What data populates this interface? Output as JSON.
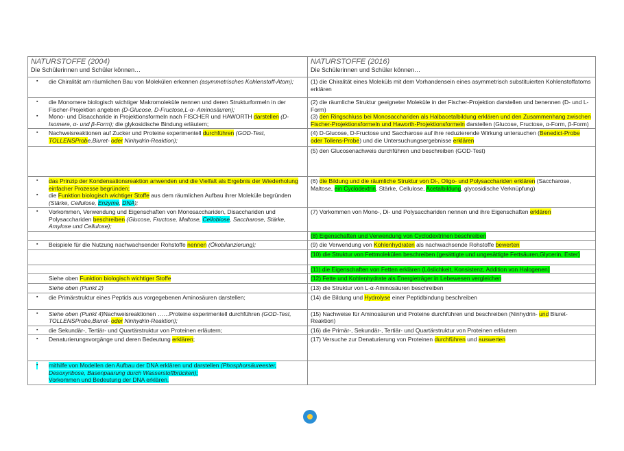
{
  "header": {
    "left_title": "NATURSTOFFE (2004)",
    "left_sub": "Die Schülerinnen und Schüler können…",
    "right_title": "NATURSTOFFE (2016)",
    "right_sub": "Die Schülerinnen und Schüler können…"
  },
  "rows": [
    {
      "left": [
        {
          "bullet": true,
          "parts": [
            {
              "t": "die Chiralität am räumlichen Bau von Molekülen erkennen "
            },
            {
              "t": "(asymmetrisches Kohlenstoff-Atom);",
              "i": true
            }
          ]
        }
      ],
      "right": [
        {
          "parts": [
            {
              "t": "(1) die Chiralität eines Moleküls mit dem Vorhandensein eines asymmetrisch substituierten Kohlenstoffatoms erklären"
            }
          ]
        }
      ]
    },
    {
      "left": [
        {
          "bullet": true,
          "parts": [
            {
              "t": "die Monomere biologisch wichtiger Makromoleküle nennen und deren Strukturformeln in der Fischer-Projektion angeben "
            },
            {
              "t": "(D-Glucose, D-Fructose,L-α- Aminosäuren);",
              "i": true
            }
          ]
        },
        {
          "bullet": true,
          "parts": [
            {
              "t": "Mono- und Disaccharide in Projektionsformeln nach FISCHER und HAWORTH "
            },
            {
              "t": "darstellen",
              "h": "y"
            },
            {
              "t": " (D-Isomere, α- und β-Form);",
              "i": true
            },
            {
              "t": " die glykosidische Bindung erläutern;"
            }
          ]
        }
      ],
      "right": [
        {
          "parts": [
            {
              "t": "(2) die räumliche Struktur geeigneter Moleküle in der Fischer-Projektion darstellen und benennen (D- und L-Form)"
            }
          ]
        },
        {
          "parts": [
            {
              "t": "(3) "
            },
            {
              "t": "den Ringschluss bei Monosacchariden als Halbacetalbildung erklären und den Zusammenhang zwischen Fischer-Projektionsformeln und Haworth-Projektionsformeln",
              "h": "y"
            },
            {
              "t": " darstellen (Glucose, Fructose, α-Form, β-Form)"
            }
          ]
        }
      ]
    },
    {
      "left": [
        {
          "bullet": true,
          "parts": [
            {
              "t": "Nachweisreaktionen auf Zucker und Proteine experimentell "
            },
            {
              "t": "durchführen",
              "h": "y"
            },
            {
              "t": " (GOD-Test, ",
              "i": true
            },
            {
              "t": "TOLLENSProb",
              "i": true,
              "h": "y"
            },
            {
              "t": "e,Biuret- ",
              "i": true
            },
            {
              "t": "oder",
              "i": true,
              "h": "y"
            },
            {
              "t": " Ninhydrin-Reaktion);",
              "i": true
            }
          ]
        }
      ],
      "right": [
        {
          "parts": [
            {
              "t": "(4) D-Glucose, D-Fructose und Saccharose auf ihre reduzierende Wirkung untersuchen ("
            },
            {
              "t": "Benedict-Probe oder Tollens-Probe",
              "h": "y"
            },
            {
              "t": ") und die Untersuchungsergebnisse "
            },
            {
              "t": "erklären",
              "h": "y"
            }
          ]
        }
      ]
    },
    {
      "left": [],
      "right": [
        {
          "parts": [
            {
              "t": "(5) den Glucosenachweis durchführen und beschreiben (GOD-Test)"
            }
          ]
        }
      ]
    },
    {
      "left": [
        {
          "bullet": true,
          "parts": [
            {
              "t": "das Prinzip der Kondensationsreaktion anwenden und die Vielfalt als Ergebnis der Wiederholung einfacher Prozesse begründen;",
              "h": "y"
            }
          ]
        },
        {
          "bullet": true,
          "parts": [
            {
              "t": "die "
            },
            {
              "t": "Funktion biologisch wichtiger Stoffe",
              "h": "y"
            },
            {
              "t": " aus dem räumlichen Aufbau ihrer Moleküle begründen "
            },
            {
              "t": "(Stärke, Cellulose, ",
              "i": true
            },
            {
              "t": "Enzyme",
              "i": true,
              "h": "c"
            },
            {
              "t": ", ",
              "i": true
            },
            {
              "t": "DNA",
              "i": true,
              "h": "c"
            },
            {
              "t": ");",
              "i": true
            }
          ]
        }
      ],
      "right": [
        {
          "parts": [
            {
              "t": "(6) "
            },
            {
              "t": "die Bildung und die räumliche Struktur von Di-, Oligo- und Polysacchariden erklären",
              "h": "y"
            },
            {
              "t": " (Saccharose, Maltose, "
            },
            {
              "t": "ein Cyclodextrin",
              "h": "g"
            },
            {
              "t": ", Stärke, Cellulose, "
            },
            {
              "t": "Acetalbildung",
              "h": "g"
            },
            {
              "t": ", glycosidische Verknüpfung)"
            }
          ]
        }
      ]
    },
    {
      "left": [
        {
          "bullet": true,
          "parts": [
            {
              "t": "Vorkommen, Verwendung und Eigenschaften von Monosacchariden, Disacchariden und Polysacchariden "
            },
            {
              "t": "beschreiben",
              "h": "y"
            },
            {
              "t": " (Glucose, Fructose, Maltose, ",
              "i": true
            },
            {
              "t": "Cellobiose",
              "i": true,
              "h": "c"
            },
            {
              "t": ", Saccharose, Stärke, Amylose und Cellulose);",
              "i": true
            }
          ]
        }
      ],
      "right": [
        {
          "parts": [
            {
              "t": "(7) Vorkommen von Mono-, Di- und Polysacchariden nennen und ihre Eigenschaften "
            },
            {
              "t": "erklären",
              "h": "y"
            }
          ]
        }
      ]
    },
    {
      "left": [],
      "right": [
        {
          "parts": [
            {
              "t": "(8) Eigenschaften und Verwendung von Cyclodextrinen beschreiben",
              "h": "g"
            }
          ]
        }
      ]
    },
    {
      "left": [
        {
          "bullet": true,
          "parts": [
            {
              "t": "Beispiele für die Nutzung nachwachsender Rohstoffe "
            },
            {
              "t": "nennen",
              "h": "y"
            },
            {
              "t": " (Ökobilanzierung);",
              "i": true
            }
          ]
        }
      ],
      "right": [
        {
          "parts": [
            {
              "t": "(9) die Verwendung von "
            },
            {
              "t": "Kohlenhydraten",
              "h": "y"
            },
            {
              "t": " als nachwachsende Rohstoffe "
            },
            {
              "t": "bewerten",
              "h": "y"
            }
          ]
        }
      ]
    },
    {
      "left": [],
      "right": [
        {
          "parts": [
            {
              "t": "(10) die Struktur von Fettmolekülen beschreiben (gesättigte und ungesättigte Fettsäuren,Glycerin, Ester)",
              "h": "g"
            }
          ]
        }
      ]
    },
    {
      "left": [],
      "right": [
        {
          "parts": [
            {
              "t": "(11) die Eigenschaften von Fetten erklären (Löslichkeit, Konsistenz, Addition von Halogenen)",
              "h": "g"
            }
          ]
        }
      ]
    },
    {
      "left": [
        {
          "indent": true,
          "parts": [
            {
              "t": "Siehe oben "
            },
            {
              "t": "Funktion biologisch wichtiger Stoffe",
              "h": "y"
            }
          ]
        }
      ],
      "right": [
        {
          "parts": [
            {
              "t": "(12) Fette und Kohlenhydrate als Energieträger in Lebewesen vergleichen",
              "h": "g"
            }
          ]
        }
      ]
    },
    {
      "left": [
        {
          "indent": true,
          "parts": [
            {
              "t": "Siehe oben (Punkt 2)",
              "i": true
            }
          ]
        }
      ],
      "right": [
        {
          "parts": [
            {
              "t": "(13) die Struktur von L-α-Aminosäuren beschreiben"
            }
          ]
        }
      ]
    },
    {
      "left": [
        {
          "bullet": true,
          "parts": [
            {
              "t": "die Primärstruktur eines Peptids aus vorgegebenen Aminosäuren darstellen;"
            }
          ]
        }
      ],
      "right": [
        {
          "parts": [
            {
              "t": "(14) die Bildung und "
            },
            {
              "t": "Hydrolyse",
              "h": "y"
            },
            {
              "t": " einer Peptidbindung beschreiben"
            }
          ]
        }
      ]
    },
    {
      "left": [
        {
          "bullet": true,
          "parts": [
            {
              "t": "Siehe oben (Punkt 4)",
              "i": true
            },
            {
              "t": "Nachweisreaktionen ……Proteine experimentell durchführen "
            },
            {
              "t": "(GOD-Test, TOLLENSProbe,Biuret- ",
              "i": true
            },
            {
              "t": "oder",
              "i": true,
              "h": "y"
            },
            {
              "t": " Ninhydrin-Reaktion);",
              "i": true
            }
          ]
        }
      ],
      "right": [
        {
          "parts": [
            {
              "t": "(15) Nachweise für Aminosäuren und Proteine durchführen und beschreiben (Ninhydrin- "
            },
            {
              "t": "und",
              "h": "y"
            },
            {
              "t": " Biuret-Reaktion)"
            }
          ]
        }
      ]
    },
    {
      "left": [
        {
          "bullet": true,
          "parts": [
            {
              "t": "die Sekundär-, Tertiär- und Quartärstruktur von Proteinen erläutern;"
            }
          ]
        }
      ],
      "right": [
        {
          "parts": [
            {
              "t": "(16) die Primär-, Sekundär-, Tertiär- und Quartärstruktur von Proteinen erläutern"
            }
          ]
        }
      ]
    },
    {
      "left": [
        {
          "bullet": true,
          "parts": [
            {
              "t": "Denaturierungsvorgänge und deren Bedeutung "
            },
            {
              "t": "erklären",
              "h": "y"
            },
            {
              "t": ";"
            }
          ]
        }
      ],
      "right": [
        {
          "parts": [
            {
              "t": "(17) Versuche zur Denaturierung von Proteinen "
            },
            {
              "t": "durchführen",
              "h": "y"
            },
            {
              "t": " und "
            },
            {
              "t": "auswerten",
              "h": "y"
            }
          ]
        }
      ]
    },
    {
      "left": [
        {
          "bullet": true,
          "bh": "c",
          "parts": [
            {
              "t": "mithilfe von Modellen den Aufbau der DNA erklären und darstellen ",
              "h": "c"
            },
            {
              "t": "(Phosphorsäureester, Desoxyribose, Basenpaarung durch Wasserstoffbrücken);",
              "i": true,
              "h": "c"
            }
          ]
        },
        {
          "indent": true,
          "parts": [
            {
              "t": "Vorkommen und Bedeutung der DNA erklären.",
              "h": "c"
            }
          ]
        }
      ],
      "right": []
    }
  ],
  "colors": {
    "highlight_yellow": "#ffff00",
    "highlight_green": "#00ff00",
    "highlight_cyan": "#00ffff",
    "border": "#8a8a8a"
  },
  "footer": {
    "logo_icon": "school-logo-icon"
  }
}
